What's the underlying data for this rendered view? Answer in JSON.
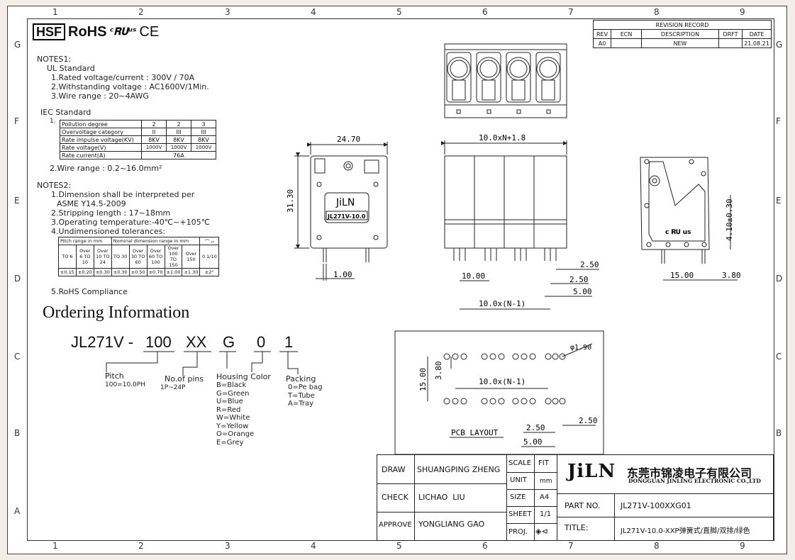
{
  "border_cols": [
    "1",
    "2",
    "3",
    "4",
    "5",
    "6",
    "7",
    "8",
    "9"
  ],
  "border_rows": [
    "G",
    "F",
    "E",
    "D",
    "C",
    "B",
    "A"
  ],
  "logos": {
    "hsf": "HSF",
    "rohs": "RoHS",
    "ce": "CE"
  },
  "notes1": {
    "heading": "NOTES1:",
    "ul_heading": "UL Standard",
    "ul_items": [
      "1.Rated voltage/current : 300V / 70A",
      "2.Withstanding voltage : AC1600V/1Min.",
      "3.Wire range : 20~4AWG"
    ],
    "iec_heading": "IEC Standard",
    "iec_num": "1.",
    "iec_table": [
      [
        "Pollution degree",
        "2",
        "2",
        "3"
      ],
      [
        "Overvoltage category",
        "II",
        "III",
        "III"
      ],
      [
        "Rate impulse voltage(KV)",
        "8KV",
        "8KV",
        "8KV"
      ],
      [
        "Rate voltage(V)",
        "1000V",
        "1000V",
        "1000V"
      ],
      [
        "Rate current(A)",
        "76A"
      ]
    ],
    "wire_range": "2.Wire range : 0.2~16.0mm²"
  },
  "notes2": {
    "heading": "NOTES2:",
    "items": [
      "1.Dimension shall be interpreted per",
      "ASME Y14.5-2009",
      "2.Stripping length : 17~18mm",
      "3.Operating temperature:-40℃~+105℃",
      "4.Undimensioned tolerances:"
    ],
    "tol_header": [
      "Pitch range in mm",
      "Nominal dimension range in mm"
    ],
    "tol_row1": [
      "TO 6",
      "Over 6 TO 10",
      "Over 10 TO 24",
      "TO 30",
      "Over 30 TO 60",
      "Over 60 TO 100",
      "Over 100 TO 150",
      "Over 150",
      "0.1/10"
    ],
    "tol_row2": [
      "±0.15",
      "±0.20",
      "±0.30",
      "±0.30",
      "±0.50",
      "±0.70",
      "±1.00",
      "±1.30",
      "±2°"
    ],
    "rohs": "5.RoHS Compliance"
  },
  "ordering": {
    "title": "Ordering Information",
    "prefix": "JL271V -",
    "codes": [
      "100",
      "XX",
      "G",
      "0",
      "1"
    ],
    "pitch_label": "Pitch",
    "pitch_value": "100=10.0PH",
    "pins_label": "No.of pins",
    "pins_value": "1P~24P",
    "color_label": "Housing Color",
    "colors": [
      "B=Black",
      "G=Green",
      "U=Blue",
      "R=Red",
      "W=White",
      "Y=Yellow",
      "O=Orange",
      "E=Grey"
    ],
    "packing_label": "Packing",
    "packing": [
      "0=Pe bag",
      "T=Tube",
      "A=Tray"
    ]
  },
  "revision": {
    "title": "REVISION RECORD",
    "headers": [
      "REV",
      "ECN",
      "DESCRIPTION",
      "DRFT",
      "DATE"
    ],
    "row": [
      "A0",
      "",
      "NEW",
      "",
      "21.08.21"
    ]
  },
  "dims": {
    "side_width": "24.70",
    "side_height": "31.30",
    "side_pin": "1.00",
    "front_width": "10.0xN+1.8",
    "front_p1": "10.00",
    "front_p2": "2.50",
    "front_p3": "2.50",
    "front_p4": "5.00",
    "front_p5": "10.0x(N-1)",
    "back_h": "4.10±0.30",
    "back_w": "15.00",
    "back_w2": "3.80",
    "pcb_dia": "φ1.90",
    "pcb_h1": "15.00",
    "pcb_h2": "3.80",
    "pcb_pitch": "10.0x(N-1)",
    "pcb_a": "2.50",
    "pcb_b": "2.50",
    "pcb_c": "5.00",
    "pcb_label": "PCB LAYOUT",
    "part_label": "JiLN",
    "part_model": "JL271V-10.0"
  },
  "title_block": {
    "draw_label": "DRAW",
    "draw_value": "SHUANGPING ZHENG",
    "check_label": "CHECK",
    "check_value": "LICHAO  LIU",
    "approve_label": "APPROVE",
    "approve_value": "YONGLIANG GAO",
    "scale_label": "SCALE",
    "scale_value": "FIT",
    "unit_label": "UNIT",
    "unit_value": "mm",
    "size_label": "SIZE",
    "size_value": "A4",
    "sheet_label": "SHEET",
    "sheet_value": "1/1",
    "proj_label": "PROJ.",
    "company_logo": "JiLN",
    "company_cn": "东莞市锦凌电子有限公司",
    "company_en": "DONGGUAN JINLING ELECTRONIC CO.,LTD",
    "part_no_label": "PART NO.",
    "part_no_value": "JL271V-100XXG01",
    "title_label": "TITLE:",
    "title_value": "JL271V-10.0-XXP弹簧式/直脚/双排/绿色"
  }
}
